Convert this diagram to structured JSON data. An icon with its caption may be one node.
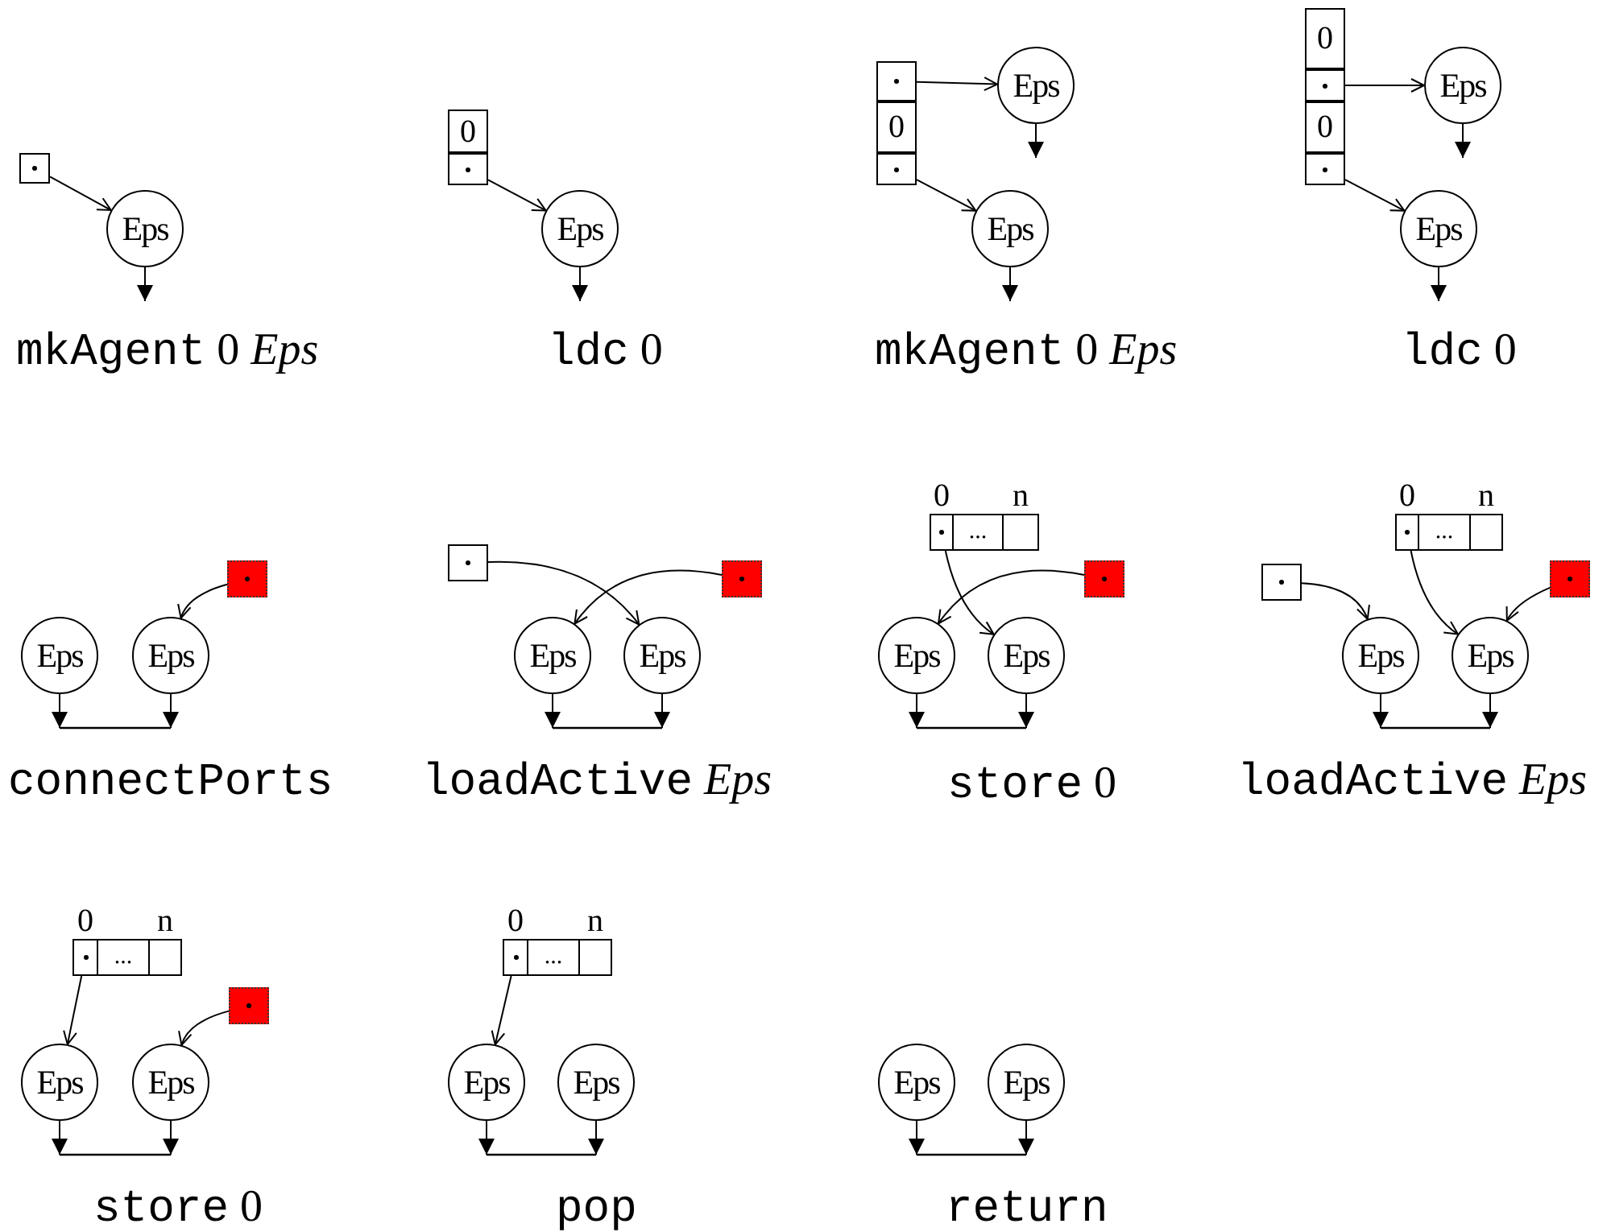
{
  "diagram": {
    "nodes": [
      {
        "text": [],
        "shape": "box"
      },
      {
        "text": [
          "Eps"
        ]
      },
      {
        "text": [
          "0"
        ]
      },
      {
        "text": [],
        "shape": "box"
      },
      {
        "text": [
          "Eps"
        ]
      },
      {
        "text": [],
        "shape": "box"
      },
      {
        "text": [
          "0"
        ]
      },
      {
        "text": [],
        "shape": "box"
      },
      {
        "text": [
          "Eps"
        ]
      },
      {
        "text": [
          "Eps"
        ]
      },
      {
        "text": [
          "0"
        ]
      },
      {
        "text": [],
        "shape": "box"
      },
      {
        "text": [
          "0"
        ]
      },
      {
        "text": [],
        "shape": "box"
      },
      {
        "text": [
          "Eps"
        ]
      },
      {
        "text": [
          "Eps"
        ]
      },
      {
        "text": [],
        "shape": "box"
      },
      {
        "text": [
          "Eps"
        ]
      },
      {
        "text": [
          "Eps"
        ]
      },
      {
        "text": [],
        "shape": "box"
      },
      {
        "text": [],
        "shape": "box"
      },
      {
        "text": [
          "Eps"
        ]
      },
      {
        "text": [
          "Eps"
        ]
      },
      {
        "text": [],
        "shape": "box",
        "beside": [
          "0"
        ]
      },
      {
        "text": [
          "..."
        ]
      },
      {
        "text": [],
        "shape": "box",
        "beside": [
          "n"
        ]
      },
      {
        "text": [],
        "shape": "box"
      },
      {
        "text": [
          "Eps"
        ]
      },
      {
        "text": [
          "Eps"
        ]
      },
      {
        "text": [],
        "shape": "box"
      },
      {
        "text": [],
        "shape": "box",
        "beside": [
          "0"
        ]
      },
      {
        "text": [
          "..."
        ]
      },
      {
        "text": [],
        "shape": "box",
        "beside": [
          "n"
        ]
      },
      {
        "text": [],
        "shape": "box"
      },
      {
        "text": [
          "Eps"
        ]
      },
      {
        "text": [
          "Eps"
        ]
      },
      {
        "text": [],
        "shape": "box",
        "beside": [
          "0"
        ]
      },
      {
        "text": [
          "..."
        ]
      },
      {
        "text": [],
        "shape": "box",
        "beside": [
          "n"
        ]
      },
      {
        "text": [],
        "shape": "box"
      },
      {
        "text": [
          "Eps"
        ]
      },
      {
        "text": [
          "Eps"
        ]
      },
      {
        "text": [],
        "shape": "box",
        "beside": [
          "0"
        ]
      },
      {
        "text": [
          "..."
        ]
      },
      {
        "text": [],
        "shape": "box",
        "beside": [
          "n"
        ]
      },
      {
        "text": [
          "Eps"
        ]
      },
      {
        "text": [
          "Eps"
        ]
      },
      {
        "text": [
          "Eps"
        ]
      },
      {
        "text": [
          "Eps"
        ]
      }
    ],
    "edges": [
      {
        "from": 0,
        "to": 1,
        "arrow": "to"
      },
      {
        "from": 1,
        "to": null,
        "arrow": "to"
      },
      {
        "from": 3,
        "to": 4,
        "arrow": "to"
      },
      {
        "from": 4,
        "to": null,
        "arrow": "to"
      },
      {
        "from": 5,
        "to": 8,
        "arrow": "to"
      },
      {
        "from": 8,
        "to": null,
        "arrow": "to"
      },
      {
        "from": 7,
        "to": 9,
        "arrow": "to"
      },
      {
        "from": 9,
        "to": null,
        "arrow": "to"
      },
      {
        "from": 11,
        "to": 14,
        "arrow": "to"
      },
      {
        "from": 14,
        "to": null,
        "arrow": "to"
      },
      {
        "from": 13,
        "to": 15,
        "arrow": "to"
      },
      {
        "from": 15,
        "to": null,
        "arrow": "to"
      },
      {
        "from": 16,
        "to": 18,
        "arrow": "to"
      },
      {
        "from": 17,
        "to": null,
        "arrow": "to"
      },
      {
        "from": 18,
        "to": null,
        "arrow": "to"
      },
      {
        "from": 19,
        "to": 22,
        "arrow": "to"
      },
      {
        "from": 20,
        "to": 21,
        "arrow": "to"
      },
      {
        "from": 21,
        "to": null,
        "arrow": "to"
      },
      {
        "from": 22,
        "to": null,
        "arrow": "to"
      },
      {
        "from": 23,
        "to": 28,
        "arrow": "to"
      },
      {
        "from": 26,
        "to": 27,
        "arrow": "to"
      },
      {
        "from": 27,
        "to": null,
        "arrow": "to"
      },
      {
        "from": 28,
        "to": null,
        "arrow": "to"
      },
      {
        "from": 29,
        "to": 34,
        "arrow": "to"
      },
      {
        "from": 30,
        "to": 35,
        "arrow": "to"
      },
      {
        "from": 33,
        "to": 35,
        "arrow": "to"
      },
      {
        "from": 34,
        "to": null,
        "arrow": "to"
      },
      {
        "from": 35,
        "to": null,
        "arrow": "to"
      },
      {
        "from": 36,
        "to": 40,
        "arrow": "to"
      },
      {
        "from": 39,
        "to": 41,
        "arrow": "to"
      },
      {
        "from": 40,
        "to": null,
        "arrow": "to"
      },
      {
        "from": 41,
        "to": null,
        "arrow": "to"
      },
      {
        "from": 42,
        "to": 45,
        "arrow": "to"
      },
      {
        "from": 45,
        "to": null,
        "arrow": "to"
      },
      {
        "from": 46,
        "to": null,
        "arrow": "to"
      },
      {
        "from": 47,
        "to": null,
        "arrow": "to"
      },
      {
        "from": 48,
        "to": null,
        "arrow": "to"
      }
    ],
    "labels": [
      "mkAgent 0 *Eps*",
      "ldc 0",
      "mkAgent 0 *Eps*",
      "ldc 0",
      "connectPorts",
      "loadActive *Eps*",
      "store 0",
      "loadActive *Eps*",
      "store 0",
      "pop",
      "return"
    ]
  }
}
